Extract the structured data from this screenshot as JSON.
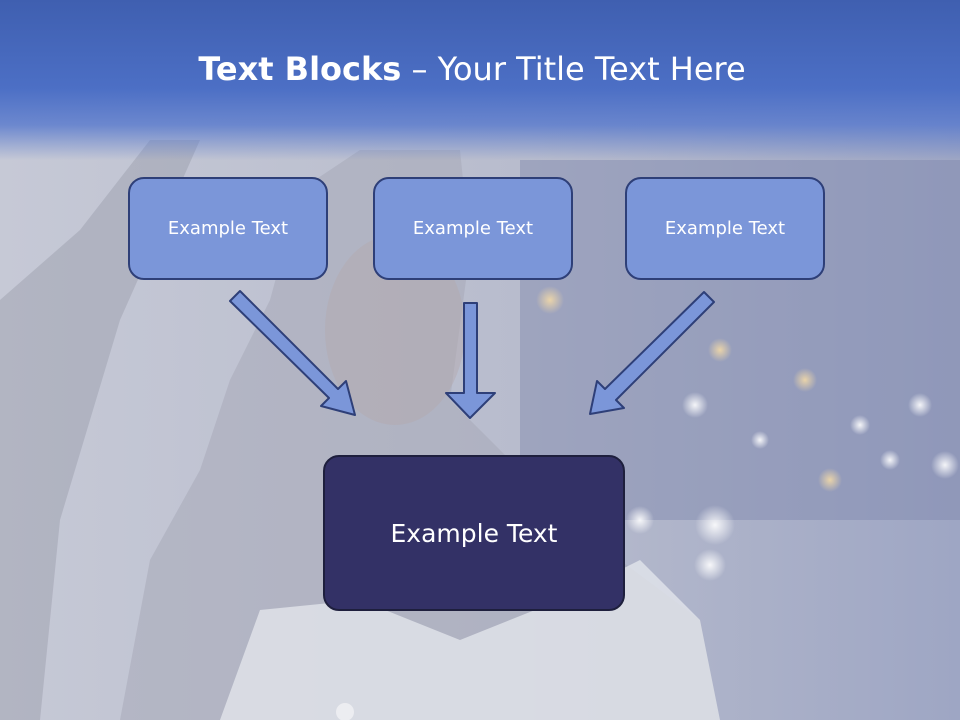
{
  "title": {
    "strong": "Text Blocks",
    "rest": " – Your Title Text Here"
  },
  "blocks": {
    "top_left": "Example Text",
    "top_center": "Example Text",
    "top_right": "Example Text",
    "main": "Example Text"
  },
  "colors": {
    "title_band": "#4c6fc5",
    "small_block_fill": "#7b96d9",
    "small_block_border": "#2e3f78",
    "main_block_fill": "#333166",
    "arrow_fill": "#7b96d9"
  }
}
